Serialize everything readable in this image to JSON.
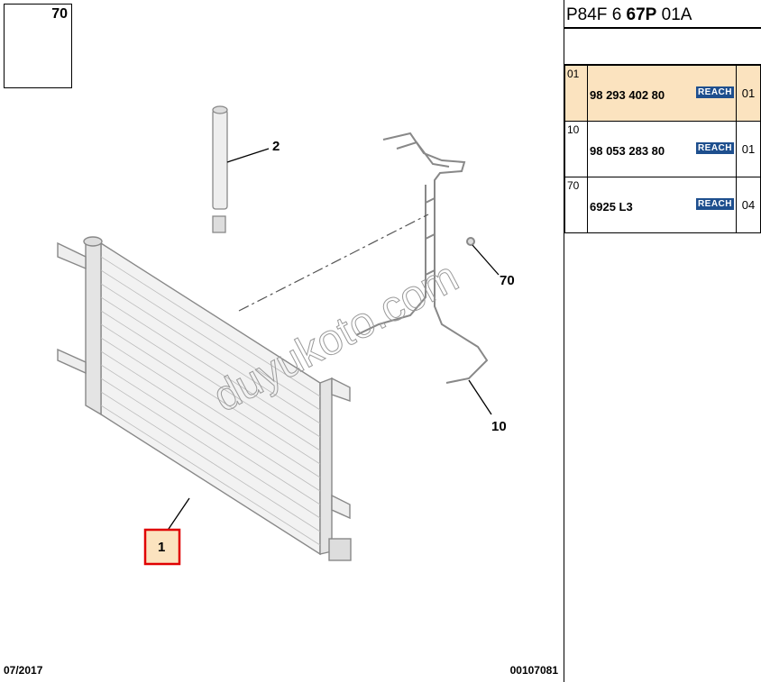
{
  "inset": {
    "number": "70"
  },
  "callouts": {
    "c1": "1",
    "c2": "2",
    "c10": "10",
    "c70": "70"
  },
  "watermark": "duyukoto.com",
  "footer": {
    "date": "07/2017",
    "code": "00107081"
  },
  "reference": {
    "prefix": "P84F 6 ",
    "bold": "67P",
    "suffix": " 01A"
  },
  "parts": [
    {
      "index": "01",
      "part_number": "98 293 402 80",
      "badge": "REACH",
      "qty": "01",
      "selected": true
    },
    {
      "index": "10",
      "part_number": "98 053 283 80",
      "badge": "REACH",
      "qty": "01",
      "selected": false
    },
    {
      "index": "70",
      "part_number": "6925 L3",
      "badge": "REACH",
      "qty": "04",
      "selected": false
    }
  ],
  "colors": {
    "highlight_row": "#fbe3bf",
    "badge": "#1e4f8e",
    "callout_border": "#e00000"
  }
}
